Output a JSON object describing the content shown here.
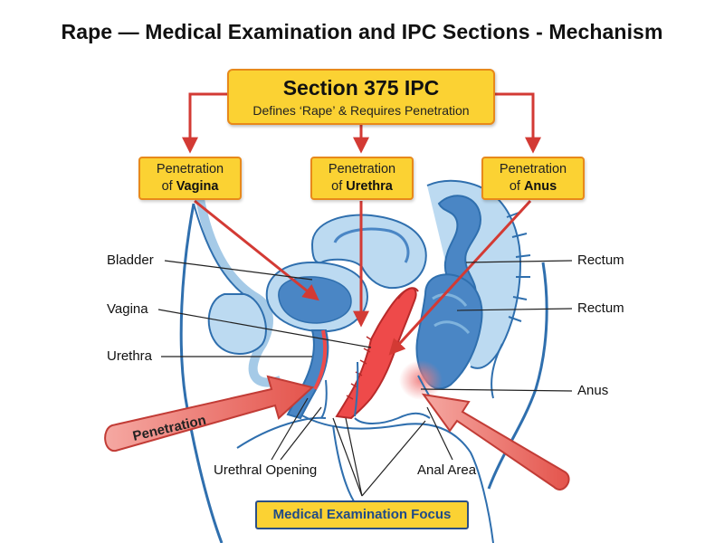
{
  "title": "Rape — Medical Examination and IPC Sections - Mechanism",
  "section": {
    "title": "Section 375 IPC",
    "subtitle": "Defines ‘Rape’ & Requires Penetration"
  },
  "penetration_boxes": [
    {
      "prefix": "Penetration",
      "of": "of",
      "target": "Vagina"
    },
    {
      "prefix": "Penetration",
      "of": "of",
      "target": "Urethra"
    },
    {
      "prefix": "Penetration",
      "of": "of",
      "target": "Anus"
    }
  ],
  "labels": {
    "bladder": "Bladder",
    "vagina": "Vagina",
    "urethra": "Urethra",
    "rectum_upper": "Rectum",
    "rectum_lower": "Rectum",
    "anus": "Anus",
    "urethral_opening": "Urethral Opening",
    "anal_area": "Anal Area"
  },
  "arrow_labels": {
    "penetration": "Penetration"
  },
  "focus": {
    "label": "Medical Examination Focus"
  },
  "colors": {
    "anatomy_dark": "#4a86c5",
    "anatomy_light": "#bcdaf1",
    "tract_red": "#ee4a4a",
    "box_yellow": "#fbd233",
    "box_border": "#e8891a",
    "arrow_red": "#d33a34",
    "focus_border": "#2b4f86"
  }
}
